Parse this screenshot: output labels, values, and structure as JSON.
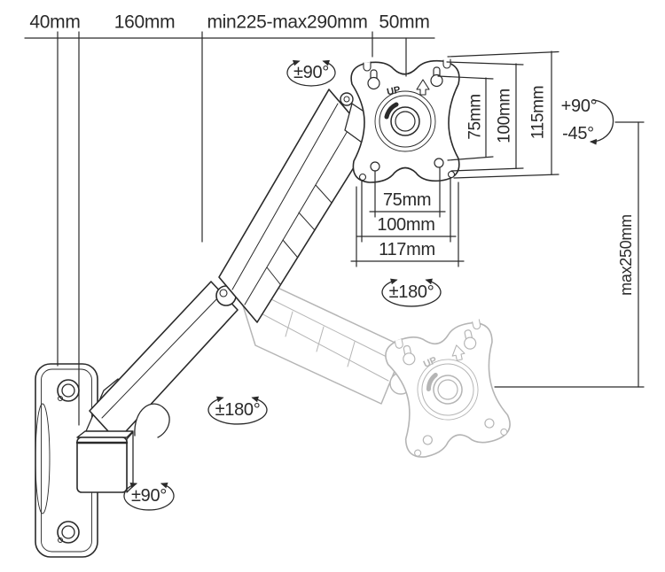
{
  "diagram": {
    "title": "wall-mount monitor arm dimension drawing",
    "colors": {
      "ink": "#2a2a2a",
      "ghost": "#b5b5b5",
      "background": "#ffffff"
    },
    "top_dimensions": {
      "wall_plate_depth": "40mm",
      "base_offset": "160mm",
      "reach": "min225-max290mm",
      "head_offset": "50mm"
    },
    "vesa_vertical": {
      "v75": "75mm",
      "v100": "100mm",
      "v115": "115mm"
    },
    "vesa_horizontal": {
      "h75": "75mm",
      "h100": "100mm",
      "h117": "117mm"
    },
    "height_range": {
      "max_drop": "max250mm"
    },
    "tilt": {
      "up": "+90°",
      "down": "-45°"
    },
    "rotations": {
      "head_swivel": "±90°",
      "plate_rotation": "±180°",
      "arm_swivel": "±180°",
      "base_swivel": "±90°"
    },
    "plate": {
      "up": "UP"
    }
  }
}
